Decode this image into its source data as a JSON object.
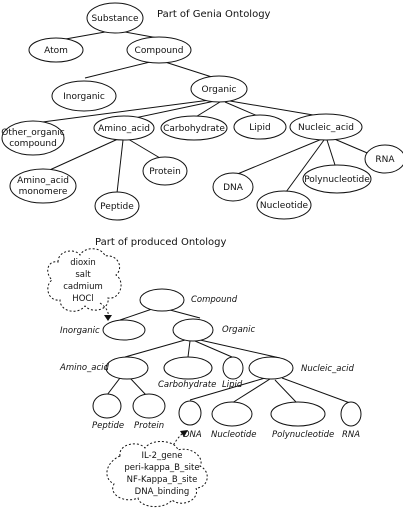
{
  "genia": {
    "title": "Part of Genia Ontology",
    "nodes": {
      "substance": "Substance",
      "atom": "Atom",
      "compound": "Compound",
      "inorganic": "Inorganic",
      "organic": "Organic",
      "other_organic_1": "Other_organic",
      "other_organic_2": "compound",
      "amino_acid": "Amino_acid",
      "carbohydrate": "Carbohydrate",
      "lipid": "Lipid",
      "nucleic_acid": "Nucleic_acid",
      "amino_monomer_1": "Amino_acid",
      "amino_monomer_2": "monomere",
      "peptide": "Peptide",
      "protein": "Protein",
      "dna": "DNA",
      "nucleotide": "Nucleotide",
      "polynucleotide": "Polynucleotide",
      "rna": "RNA"
    }
  },
  "produced": {
    "title": "Part of produced Ontology",
    "labels": {
      "compound": "Compound",
      "inorganic": "Inorganic",
      "organic": "Organic",
      "amino_acid": "Amino_acid",
      "carbohydrate": "Carbohydrate",
      "lipid": "Lipid",
      "nucleic_acid": "Nucleic_acid",
      "peptide": "Peptide",
      "protein": "Protein",
      "dna": "DNA",
      "nucleotide": "Nucleotide",
      "polynucleotide": "Polynucleotide",
      "rna": "RNA"
    },
    "cloud_top": [
      "dioxin",
      "salt",
      "cadmium",
      "HOCl"
    ],
    "cloud_bottom": [
      "IL-2_gene",
      "peri-kappa_B_site",
      "NF-Kappa_B_site",
      "DNA_binding"
    ]
  }
}
